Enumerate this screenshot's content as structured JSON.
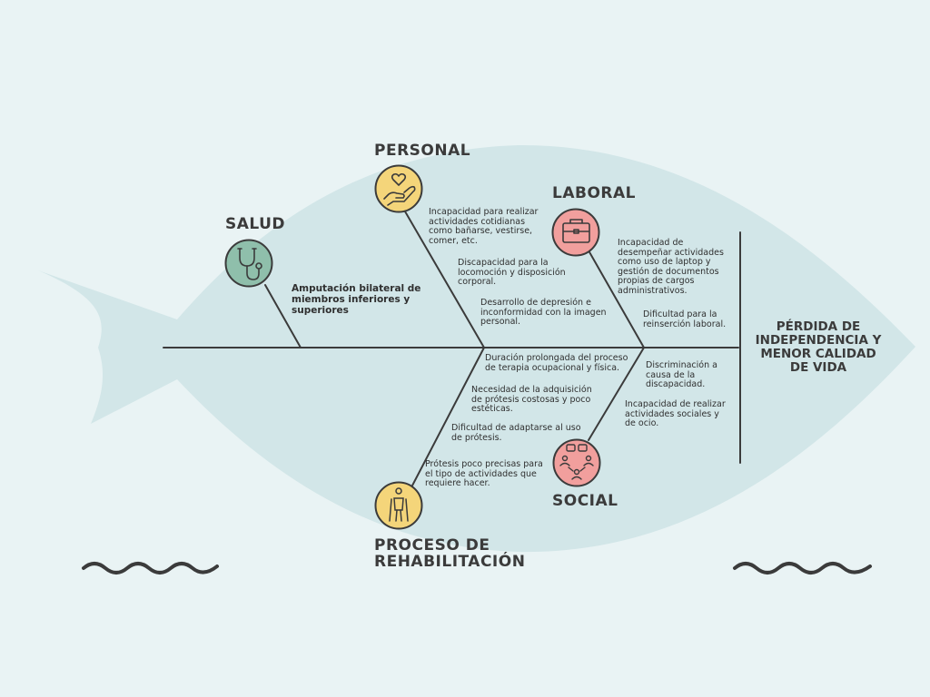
{
  "effect": {
    "line1": "PÉRDIDA DE",
    "line2": "INDEPENDENCIA Y",
    "line3": "MENOR CALIDAD",
    "line4": "DE VIDA"
  },
  "colors": {
    "background": "#e9f3f4",
    "fish_body": "#d2e6e8",
    "spine": "#3b3b3b",
    "salud": "#8fbfab",
    "personal": "#f4d57a",
    "laboral": "#f19f9d",
    "social": "#f19f9d",
    "rehabilitacion": "#f4d57a"
  },
  "categories": {
    "salud": {
      "title": "SALUD",
      "icon": "stethoscope-icon",
      "causes": {
        "c1": {
          "l1": "Amputación bilateral de",
          "l2": "miembros inferiores y",
          "l3": "superiores"
        }
      }
    },
    "personal": {
      "title": "PERSONAL",
      "icon": "hand-heart-icon",
      "causes": {
        "c1": {
          "l1": "Incapacidad para realizar",
          "l2": "actividades cotidianas",
          "l3": "como bañarse, vestirse,",
          "l4": "comer, etc."
        },
        "c2": {
          "l1": "Discapacidad para la",
          "l2": "locomoción y disposición",
          "l3": "corporal."
        },
        "c3": {
          "l1": "Desarrollo de depresión e",
          "l2": "inconformidad con la imagen",
          "l3": "personal."
        }
      }
    },
    "laboral": {
      "title": "LABORAL",
      "icon": "briefcase-icon",
      "causes": {
        "c1": {
          "l1": "Incapacidad de",
          "l2": "desempeñar actividades",
          "l3": "como uso de laptop y",
          "l4": "gestión de documentos",
          "l5": "propias de cargos",
          "l6": "administrativos."
        },
        "c2": {
          "l1": "Dificultad para la",
          "l2": "reinserción laboral."
        }
      }
    },
    "rehabilitacion": {
      "title_line1": "PROCESO DE",
      "title_line2": "REHABILITACIÓN",
      "icon": "person-crutches-icon",
      "causes": {
        "c1": {
          "l1": "Duración prolongada del proceso",
          "l2": "de terapia ocupacional y física."
        },
        "c2": {
          "l1": "Necesidad de la adquisición",
          "l2": "de prótesis costosas y poco",
          "l3": "estéticas."
        },
        "c3": {
          "l1": "Dificultad de adaptarse al uso",
          "l2": "de prótesis."
        },
        "c4": {
          "l1": "Prótesis poco precisas para",
          "l2": "el tipo de actividades que",
          "l3": "requiere hacer."
        }
      }
    },
    "social": {
      "title": "SOCIAL",
      "icon": "people-network-icon",
      "causes": {
        "c1": {
          "l1": "Discriminación a",
          "l2": "causa de la",
          "l3": "discapacidad."
        },
        "c2": {
          "l1": "Incapacidad de realizar",
          "l2": "actividades sociales y",
          "l3": "de ocio."
        }
      }
    }
  }
}
